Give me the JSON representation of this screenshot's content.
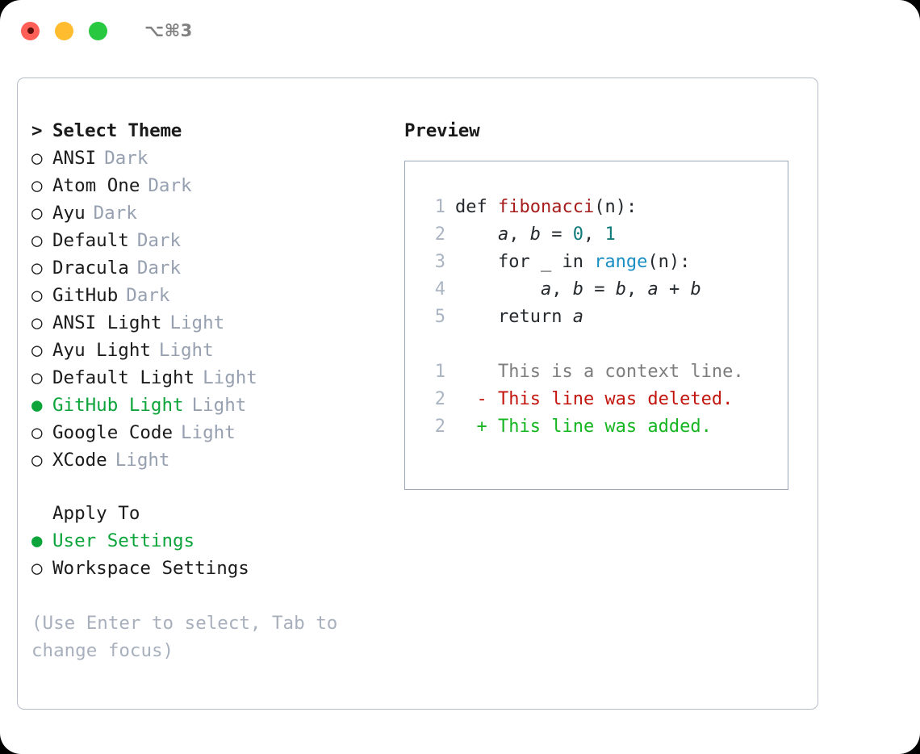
{
  "titlebar": {
    "shortcut": "⌥⌘3",
    "buttons": {
      "close": "close",
      "minimize": "minimize",
      "maximize": "maximize"
    }
  },
  "theme_selector": {
    "heading": "Select Theme",
    "heading_marker": ">",
    "marker_unselected": "○",
    "marker_selected": "●",
    "accent_color": "#0ca43b",
    "tag_color": "#96a0b0",
    "items": [
      {
        "label": "ANSI",
        "tag": "Dark",
        "selected": false
      },
      {
        "label": "Atom One",
        "tag": "Dark",
        "selected": false
      },
      {
        "label": "Ayu",
        "tag": "Dark",
        "selected": false
      },
      {
        "label": "Default",
        "tag": "Dark",
        "selected": false
      },
      {
        "label": "Dracula",
        "tag": "Dark",
        "selected": false
      },
      {
        "label": "GitHub",
        "tag": "Dark",
        "selected": false
      },
      {
        "label": "ANSI Light",
        "tag": "Light",
        "selected": false
      },
      {
        "label": "Ayu Light",
        "tag": "Light",
        "selected": false
      },
      {
        "label": "Default Light",
        "tag": "Light",
        "selected": false
      },
      {
        "label": "GitHub Light",
        "tag": "Light",
        "selected": true
      },
      {
        "label": "Google Code",
        "tag": "Light",
        "selected": false
      },
      {
        "label": "XCode",
        "tag": "Light",
        "selected": false
      }
    ]
  },
  "apply_to": {
    "heading": "Apply To",
    "items": [
      {
        "label": "User Settings",
        "selected": true
      },
      {
        "label": "Workspace Settings",
        "selected": false
      }
    ]
  },
  "hint": "(Use Enter to select, Tab to change focus)",
  "preview": {
    "title": "Preview",
    "code": [
      {
        "lineno": "1",
        "tokens": [
          {
            "text": "def ",
            "type": "def"
          },
          {
            "text": "fibonacci",
            "type": "fn"
          },
          {
            "text": "(n):",
            "type": "punct"
          }
        ]
      },
      {
        "lineno": "2",
        "tokens": [
          {
            "text": "    ",
            "type": "punct"
          },
          {
            "text": "a",
            "type": "var"
          },
          {
            "text": ", ",
            "type": "punct"
          },
          {
            "text": "b",
            "type": "var"
          },
          {
            "text": " = ",
            "type": "punct"
          },
          {
            "text": "0",
            "type": "num"
          },
          {
            "text": ", ",
            "type": "punct"
          },
          {
            "text": "1",
            "type": "num"
          }
        ]
      },
      {
        "lineno": "3",
        "tokens": [
          {
            "text": "    for _ in ",
            "type": "punct"
          },
          {
            "text": "range",
            "type": "builtin"
          },
          {
            "text": "(n):",
            "type": "punct"
          }
        ]
      },
      {
        "lineno": "4",
        "tokens": [
          {
            "text": "        ",
            "type": "punct"
          },
          {
            "text": "a",
            "type": "var"
          },
          {
            "text": ", ",
            "type": "punct"
          },
          {
            "text": "b",
            "type": "var"
          },
          {
            "text": " = ",
            "type": "punct"
          },
          {
            "text": "b",
            "type": "var"
          },
          {
            "text": ", ",
            "type": "punct"
          },
          {
            "text": "a",
            "type": "var"
          },
          {
            "text": " + ",
            "type": "punct"
          },
          {
            "text": "b",
            "type": "var"
          }
        ]
      },
      {
        "lineno": "5",
        "tokens": [
          {
            "text": "    return ",
            "type": "punct"
          },
          {
            "text": "a",
            "type": "var"
          }
        ]
      }
    ],
    "diff": [
      {
        "lineno": "1",
        "sign": " ",
        "text": "This is a context line.",
        "kind": "ctx"
      },
      {
        "lineno": "2",
        "sign": "-",
        "text": "This line was deleted.",
        "kind": "del"
      },
      {
        "lineno": "2",
        "sign": "+",
        "text": "This line was added.",
        "kind": "add"
      }
    ],
    "colors": {
      "function": "#a61b1b",
      "number": "#0f7a7a",
      "builtin": "#1a8fc4",
      "diff_context": "#7d7d7d",
      "diff_deleted": "#c2160f",
      "diff_added": "#16b622",
      "lineno": "#aab4c2",
      "border": "#9aa7b8"
    }
  }
}
